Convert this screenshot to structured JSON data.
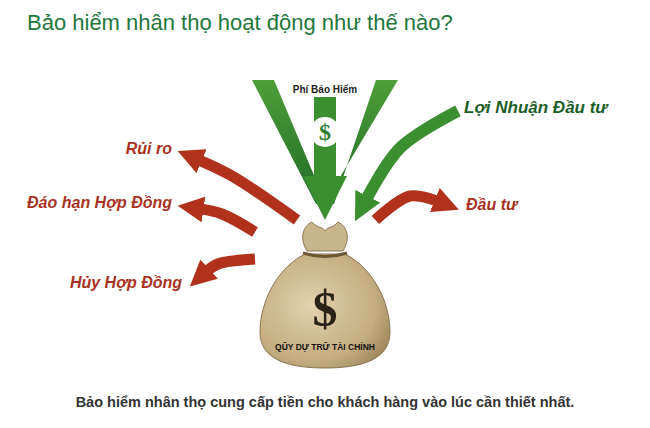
{
  "diagram": {
    "title": "Bảo hiểm nhân thọ hoạt động như thế nào?",
    "caption": "Bảo hiểm nhân thọ cung cấp tiền cho khách hàng vào lúc cần thiết nhất.",
    "nodes": [
      {
        "text": [
          "Phí Báo Hiểm"
        ]
      },
      {
        "text": [
          "Lợi Nhuận Đầu tư"
        ]
      },
      {
        "text": [
          "Rủi ro"
        ]
      },
      {
        "text": [
          "Đáo hạn Hợp Đồng"
        ]
      },
      {
        "text": [
          "Đầu tư"
        ]
      },
      {
        "text": [
          "Hủy Hợp Đồng"
        ]
      },
      {
        "text": [
          "$",
          "QŨY DỰ TRỮ TÀI CHÍNH"
        ]
      }
    ],
    "edges": [
      {
        "from": 0,
        "to": 6,
        "label": "$",
        "arrow": "to"
      },
      {
        "from": 1,
        "to": 6,
        "arrow": "to"
      },
      {
        "from": 6,
        "to": 2,
        "arrow": "to"
      },
      {
        "from": 6,
        "to": 3,
        "arrow": "to"
      },
      {
        "from": 6,
        "to": 4,
        "arrow": "to"
      },
      {
        "from": 6,
        "to": 5,
        "arrow": "to"
      }
    ]
  }
}
